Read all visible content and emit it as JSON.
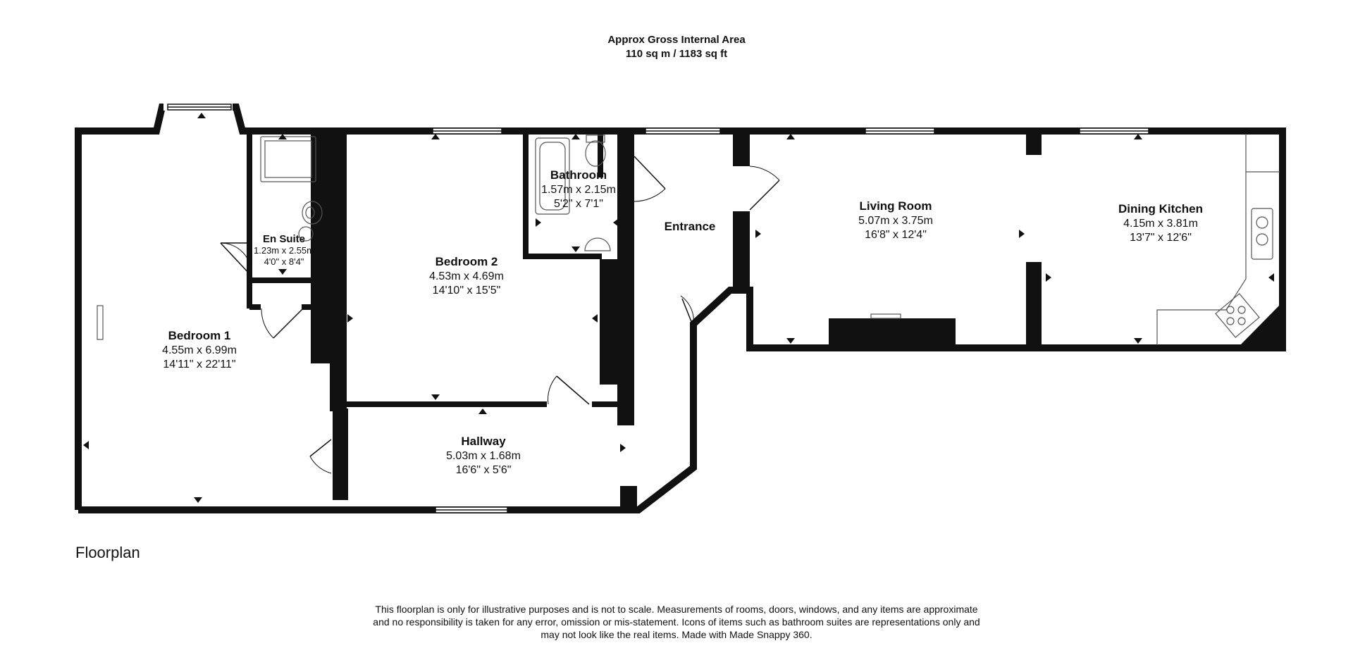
{
  "header": {
    "line1": "Approx Gross Internal Area",
    "line2": "110 sq m / 1183 sq ft"
  },
  "rooms": {
    "bedroom1": {
      "name": "Bedroom 1",
      "metric": "4.55m x 6.99m",
      "imperial": "14'11\" x 22'11\""
    },
    "ensuite": {
      "name": "En Suite",
      "metric": "1.23m x 2.55m",
      "imperial": "4'0\" x 8'4\""
    },
    "bedroom2": {
      "name": "Bedroom 2",
      "metric": "4.53m x 4.69m",
      "imperial": "14'10\" x 15'5\""
    },
    "bathroom": {
      "name": "Bathroom",
      "metric": "1.57m x 2.15m",
      "imperial": "5'2\" x 7'1\""
    },
    "entrance": {
      "name": "Entrance"
    },
    "living": {
      "name": "Living Room",
      "metric": "5.07m x 3.75m",
      "imperial": "16'8\" x 12'4\""
    },
    "kitchen": {
      "name": "Dining Kitchen",
      "metric": "4.15m x 3.81m",
      "imperial": "13'7\" x 12'6\""
    },
    "hallway": {
      "name": "Hallway",
      "metric": "5.03m x 1.68m",
      "imperial": "16'6\" x 5'6\""
    }
  },
  "plan_title": "Floorplan",
  "disclaimer": {
    "line1": "This floorplan is only for illustrative purposes and is not to scale. Measurements of rooms, doors, windows, and any items are approximate",
    "line2": "and no responsibility is taken for any error, omission or mis-statement. Icons of items such as bathroom suites are representations only and",
    "line3": "may not look like the real items. Made with Made Snappy 360."
  },
  "colors": {
    "wall": "#111111",
    "fixture": "#555555",
    "background": "#ffffff"
  }
}
